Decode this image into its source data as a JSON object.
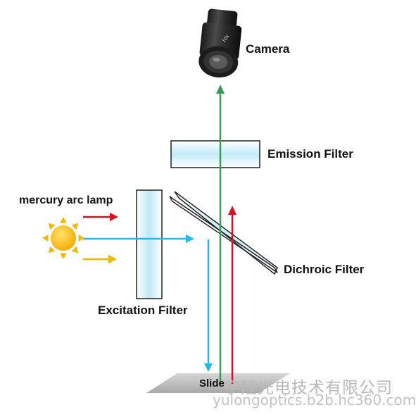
{
  "labels": {
    "camera": "Camera",
    "emission_filter": "Emission Filter",
    "light_source": "mercury arc lamp",
    "dichroic_filter": "Dichroic Filter",
    "excitation_filter": "Excitation Filter",
    "slide": "Slide"
  },
  "camera_engraving": "10X",
  "watermark": {
    "company": "宇隆光电技术有限公司",
    "url": "yulongoptics.b2b.hc360.com"
  },
  "colors": {
    "excitation_light": "#2ab6e6",
    "emission_light": "#3e9a5a",
    "red_light": "#d9121b",
    "yellow_light": "#f2b600",
    "sun": "#f7b500",
    "filter_edge": "#222222",
    "filter_glass": "#bde9f6"
  },
  "icons": {
    "light_source": "sun-icon",
    "camera": "camera-eyepiece-icon"
  }
}
